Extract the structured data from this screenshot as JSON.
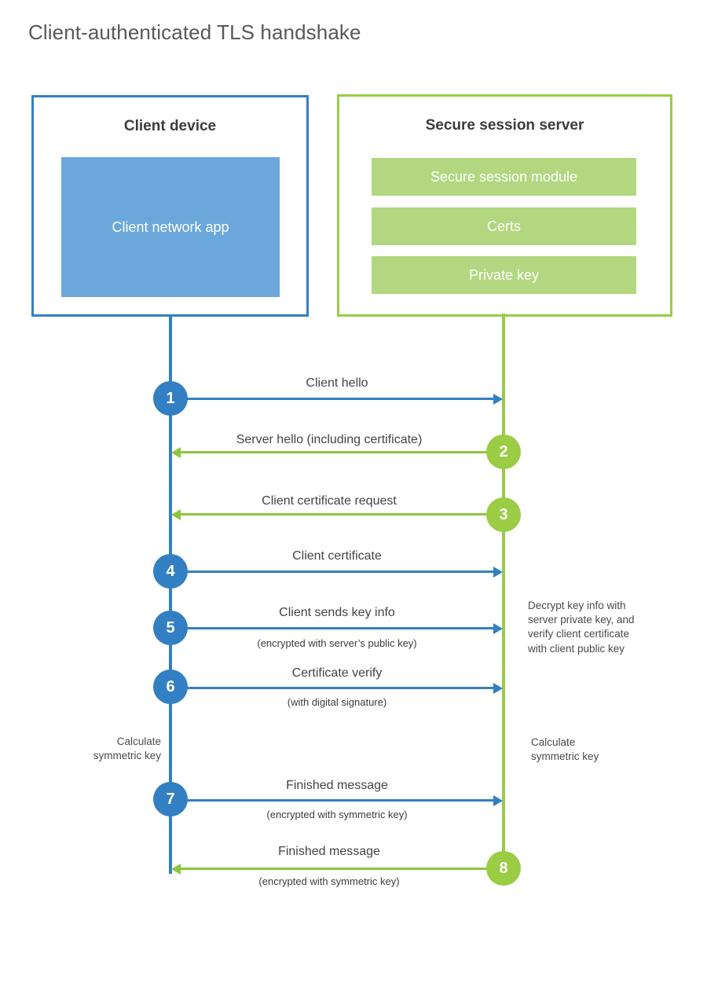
{
  "title": "Client-authenticated TLS handshake",
  "colors": {
    "client_blue": "#3280c3",
    "client_app_fill": "#6ba7da",
    "server_green": "#9acc44",
    "server_block_fill": "#b2d780",
    "arrow_green": "#8cc63e",
    "text_dark": "#3b3b3b",
    "title_grey": "#585858",
    "background": "#ffffff"
  },
  "actors": {
    "client": {
      "title": "Client device",
      "blocks": [
        {
          "label": "Client network\napp"
        }
      ]
    },
    "server": {
      "title": "Secure session server",
      "blocks": [
        {
          "label": "Secure session module"
        },
        {
          "label": "Certs"
        },
        {
          "label": "Private key"
        }
      ]
    }
  },
  "steps": [
    {
      "number": "1",
      "label": "Client hello",
      "sub": "",
      "direction": "client-to-server",
      "color": "blue"
    },
    {
      "number": "2",
      "label": "Server hello (including certificate)",
      "sub": "",
      "direction": "server-to-client",
      "color": "green"
    },
    {
      "number": "3",
      "label": "Client certificate request",
      "sub": "",
      "direction": "server-to-client",
      "color": "green"
    },
    {
      "number": "4",
      "label": "Client certificate",
      "sub": "",
      "direction": "client-to-server",
      "color": "blue"
    },
    {
      "number": "5",
      "label": "Client sends key info",
      "sub": "(encrypted with server’s public key)",
      "direction": "client-to-server",
      "color": "blue"
    },
    {
      "number": "6",
      "label": "Certificate verify",
      "sub": "(with digital signature)",
      "direction": "client-to-server",
      "color": "blue"
    },
    {
      "number": "7",
      "label": "Finished message",
      "sub": "(encrypted with symmetric key)",
      "direction": "client-to-server",
      "color": "blue"
    },
    {
      "number": "8",
      "label": "Finished message",
      "sub": "(encrypted with symmetric key)",
      "direction": "server-to-client",
      "color": "green"
    }
  ],
  "notes": {
    "server_decrypt": "Decrypt key info with\nserver private key, and\nverify client certificate\nwith client public key",
    "client_calculate": "Calculate\nsymmetric key",
    "server_calculate": "Calculate\nsymmetric key"
  }
}
